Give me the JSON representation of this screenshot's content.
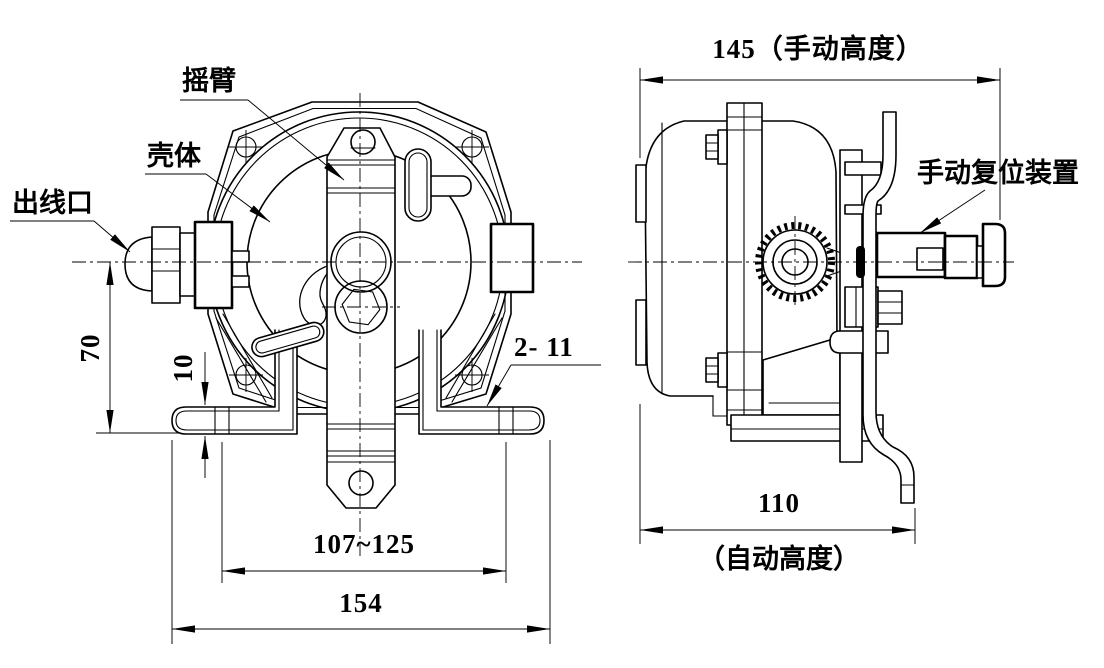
{
  "front_view": {
    "label_rocker_arm": "摇臂",
    "label_housing": "壳体",
    "label_wire_outlet": "出线口",
    "label_holes": "2- 11",
    "dim_center_to_base": "70",
    "dim_foot_thickness": "10",
    "dim_slot_span": "107~125",
    "dim_overall_width": "154"
  },
  "side_view": {
    "dim_manual_height": "145（手动高度）",
    "label_manual_reset": "手动复位装置",
    "dim_auto_width": "110",
    "note_auto_height": "（自动高度）"
  },
  "colors": {
    "line": "#000000",
    "background": "#ffffff"
  }
}
